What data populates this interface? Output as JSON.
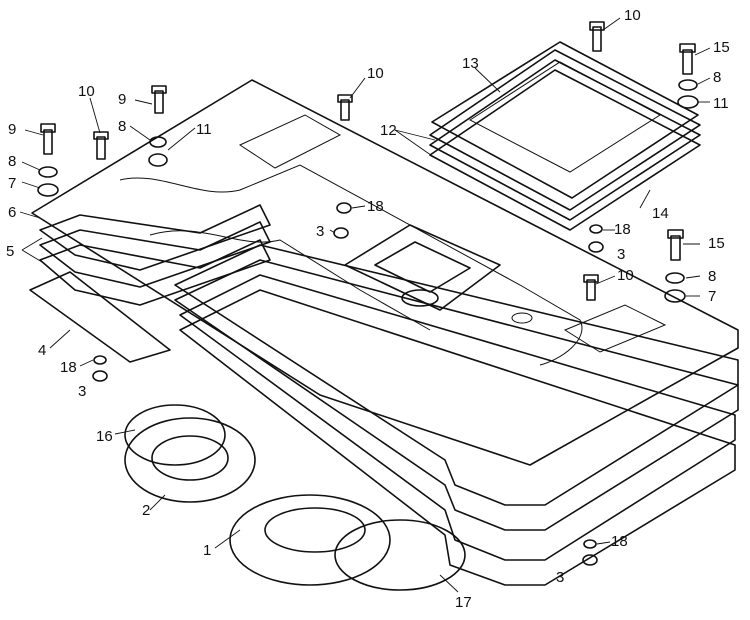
{
  "figure": {
    "title": "",
    "callouts": [
      {
        "id": "c10a",
        "text": "10"
      },
      {
        "id": "c15a",
        "text": "15"
      },
      {
        "id": "c13",
        "text": "13"
      },
      {
        "id": "c8a",
        "text": "8"
      },
      {
        "id": "c11a",
        "text": "11"
      },
      {
        "id": "c10b",
        "text": "10"
      },
      {
        "id": "c9a",
        "text": "9"
      },
      {
        "id": "c10c",
        "text": "10"
      },
      {
        "id": "c12",
        "text": "12"
      },
      {
        "id": "c8b",
        "text": "8"
      },
      {
        "id": "c11b",
        "text": "11"
      },
      {
        "id": "c9b",
        "text": "9"
      },
      {
        "id": "c8c",
        "text": "8"
      },
      {
        "id": "c7a",
        "text": "7"
      },
      {
        "id": "c6",
        "text": "6"
      },
      {
        "id": "c18a",
        "text": "18"
      },
      {
        "id": "c3a",
        "text": "3"
      },
      {
        "id": "c5",
        "text": "5"
      },
      {
        "id": "c14",
        "text": "14"
      },
      {
        "id": "c18b",
        "text": "18"
      },
      {
        "id": "c3b",
        "text": "3"
      },
      {
        "id": "c15b",
        "text": "15"
      },
      {
        "id": "c10d",
        "text": "10"
      },
      {
        "id": "c8d",
        "text": "8"
      },
      {
        "id": "c7b",
        "text": "7"
      },
      {
        "id": "c4",
        "text": "4"
      },
      {
        "id": "c18c",
        "text": "18"
      },
      {
        "id": "c3c",
        "text": "3"
      },
      {
        "id": "c16",
        "text": "16"
      },
      {
        "id": "c2",
        "text": "2"
      },
      {
        "id": "c1",
        "text": "1"
      },
      {
        "id": "c18d",
        "text": "18"
      },
      {
        "id": "c3d",
        "text": "3"
      },
      {
        "id": "c17",
        "text": "17"
      }
    ],
    "colors": {
      "ink": "#111111",
      "paper": "#ffffff"
    }
  }
}
